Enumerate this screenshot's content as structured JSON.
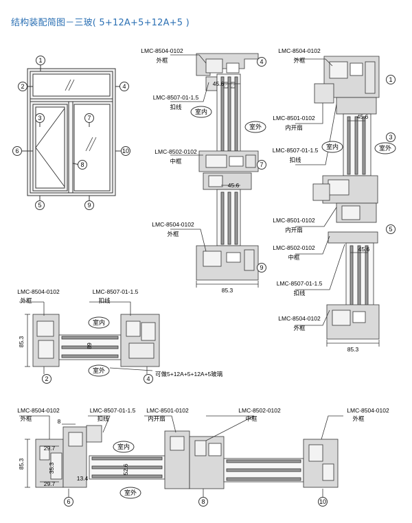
{
  "title": "结构装配简图－三玻( 5+12A+5+12A+5 )",
  "numbers": [
    "1",
    "2",
    "3",
    "4",
    "5",
    "6",
    "7",
    "8",
    "9",
    "10"
  ],
  "labels": {
    "lmc_8504": "LMC-8504-0102",
    "lmc_8507": "LMC-8507-01-1.5",
    "lmc_8502": "LMC-8502-0102",
    "lmc_8501": "LMC-8501-0102",
    "waikuang": "外框",
    "kouxian": "扣线",
    "zhongkuang": "中框",
    "neikaishan": "内开扇",
    "shinei": "室内",
    "shiwai": "室外",
    "glass_note": "可做5+12A+5+12A+5玻璃"
  },
  "dims": {
    "d85_3": "85.3",
    "d45_6": "45.6",
    "d8": "8",
    "d29_7": "29.7",
    "d35_3": "35.3",
    "d13_4": "13.4",
    "d89": "89",
    "d52_6": "52.6"
  },
  "colors": {
    "accent": "#2a6fb3",
    "profile_fill": "#d9d9d9",
    "glass_fill": "#b8b8b8",
    "line": "#333333"
  }
}
